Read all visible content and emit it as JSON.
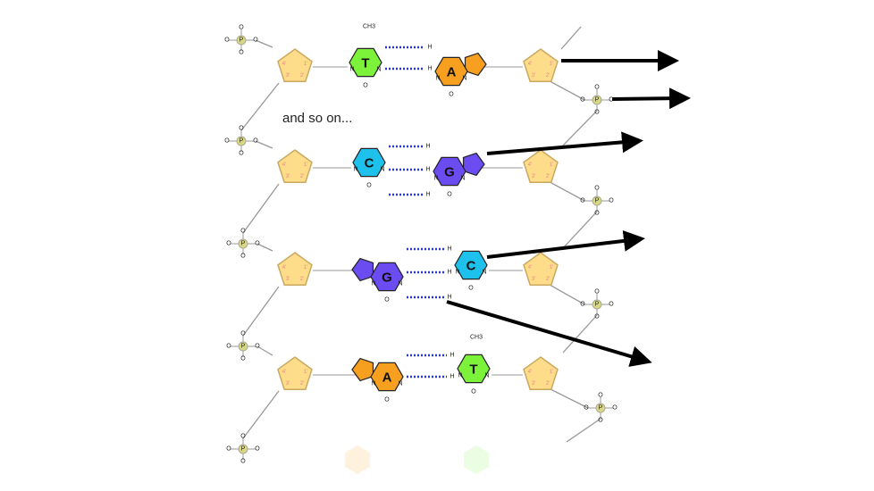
{
  "caption": "and so on...",
  "colors": {
    "T": "#7cf23a",
    "A": "#f7a020",
    "C": "#1ec0ec",
    "G": "#6a4cf0",
    "sugar": "#fddc8a",
    "phosphate": "#d8d880",
    "hbond": "#2233ff",
    "backbone": "#999999",
    "arrow": "#000000"
  },
  "pairs": [
    {
      "left": "T",
      "right": "A"
    },
    {
      "left": "C",
      "right": "G"
    },
    {
      "left": "G",
      "right": "C"
    },
    {
      "left": "A",
      "right": "T"
    }
  ],
  "atoms": {
    "nitrogen": "N",
    "hydrogen": "H",
    "oxygen": "O",
    "phosphorus": "P",
    "methyl": "CH3"
  },
  "sugar_labels": [
    "1'",
    "2'",
    "3'",
    "4'",
    "5'"
  ],
  "arrow_count": 5
}
